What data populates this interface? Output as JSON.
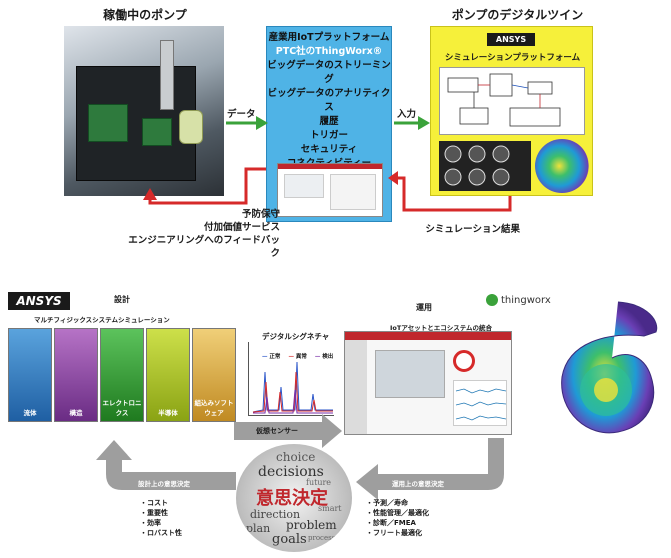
{
  "top": {
    "left_title": "稼働中のポンプ",
    "right_title": "ポンプのデジタルツイン",
    "data_label": "データ",
    "input_label": "入力",
    "platform_lines": [
      "産業用IoTプラットフォーム",
      "PTC社のThingWorx®",
      "ビッグデータのストリーミング",
      "ビッグデータのアナリティクス",
      "履歴",
      "トリガー",
      "セキュリティ",
      "コネクティビティー"
    ],
    "twin_logo": "ANSYS",
    "twin_subtitle": "シミュレーションプラットフォーム",
    "left_caption": [
      "予防保守",
      "付加価値サービス",
      "エンジニアリングへのフィードバック"
    ],
    "right_caption": "シミュレーション結果"
  },
  "bottom": {
    "ansys_logo": "ANSYS",
    "design_label": "設計",
    "multiphysics_label": "マルチフィジックスシステムシミュレーション",
    "tiles": [
      {
        "label": "流体",
        "color": "#2b78c2"
      },
      {
        "label": "構造",
        "color": "#8a3f9e"
      },
      {
        "label": "エレクトロニクス",
        "color": "#3a9a3a"
      },
      {
        "label": "半導体",
        "color": "#a9c21f"
      },
      {
        "label": "組込みソフトウェア",
        "color": "#d9a63a"
      }
    ],
    "signature_label": "デジタルシグネチャ",
    "legend": [
      "正常",
      "異常",
      "検出"
    ],
    "sensor_label": "仮想センサー",
    "operation_label": "運用",
    "thingworx_logo": "thingworx",
    "iot_label": "IoTアセットとエコシステムの統合",
    "decision_center": "意思決定",
    "wordcloud": [
      "choice",
      "decisions",
      "future",
      "direction",
      "problem",
      "plan",
      "goals",
      "smart",
      "process"
    ],
    "design_decision_label": "設計上の意思決定",
    "design_bullets": [
      "・コスト",
      "・重要性",
      "・効率",
      "・ロバスト性"
    ],
    "ops_decision_label": "運用上の意思決定",
    "ops_bullets": [
      "・予測／寿命",
      "・性能管理／最適化",
      "・診断／FMEA",
      "・フリート最適化"
    ]
  }
}
